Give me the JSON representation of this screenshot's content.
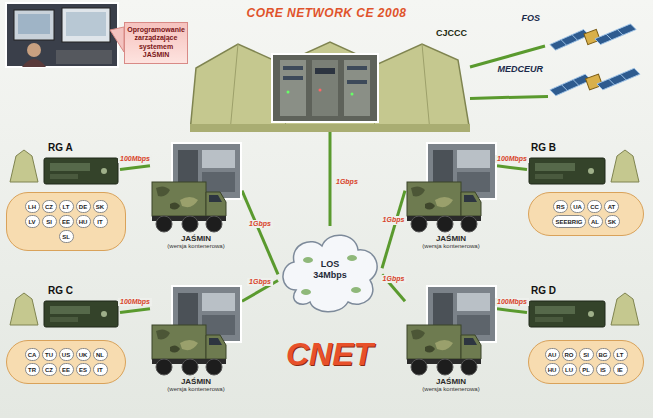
{
  "diagram": {
    "title": "CORE NETWORK CE 2008",
    "nodes": [
      {
        "text": [
          "Oprogramowanie zarządzające systemem JAŚMIN"
        ]
      },
      {
        "text": [
          "CJCCC"
        ]
      },
      {
        "text": [
          "FOS"
        ]
      },
      {
        "text": [
          "MEDCEUR"
        ]
      },
      {
        "text": [
          "RG A"
        ]
      },
      {
        "text": [
          "JAŚMIN",
          "(wersja kontenerowa)"
        ]
      },
      {
        "text": [
          "JAŚMIN",
          "(wersja kontenerowa)"
        ]
      },
      {
        "text": [
          "RG B"
        ]
      },
      {
        "text": [
          "LOS 34Mbps"
        ]
      },
      {
        "text": [
          "RG C"
        ]
      },
      {
        "text": [
          "JAŚMIN",
          "(wersja kontenerowa)"
        ]
      },
      {
        "text": [
          "JAŚMIN",
          "(wersja kontenerowa)"
        ]
      },
      {
        "text": [
          "RG D"
        ]
      }
    ],
    "edges": [
      {
        "from": 1,
        "to": 2,
        "arrow": "none"
      },
      {
        "from": 1,
        "to": 3,
        "arrow": "none"
      },
      {
        "from": 1,
        "to": 8,
        "label": "1Gbps",
        "arrow": "none"
      },
      {
        "from": 4,
        "to": 5,
        "label": "100Mbps",
        "arrow": "none"
      },
      {
        "from": 5,
        "to": 8,
        "label": "1Gbps",
        "arrow": "none"
      },
      {
        "from": 7,
        "to": 6,
        "label": "100Mbps",
        "arrow": "none"
      },
      {
        "from": 6,
        "to": 8,
        "label": "1Gbps",
        "arrow": "none"
      },
      {
        "from": 9,
        "to": 10,
        "label": "100Mbps",
        "arrow": "none"
      },
      {
        "from": 10,
        "to": 8,
        "label": "1Gbps",
        "arrow": "none"
      },
      {
        "from": 12,
        "to": 11,
        "label": "100Mbps",
        "arrow": "none"
      },
      {
        "from": 11,
        "to": 8,
        "label": "1Gbps",
        "arrow": "none"
      }
    ],
    "labels": [
      "CNET",
      "LH",
      "CZ",
      "LT",
      "DE",
      "SK",
      "LV",
      "SI",
      "EE",
      "HU",
      "IT",
      "SL",
      "RS",
      "UA",
      "CC",
      "AT",
      "SEEBRIG",
      "AL",
      "SK",
      "CA",
      "TU",
      "US",
      "UK",
      "NL",
      "TR",
      "CZ",
      "EE",
      "ES",
      "IT",
      "AU",
      "RO",
      "SI",
      "BG",
      "LT",
      "HU",
      "LU",
      "PL",
      "IS",
      "IE"
    ]
  }
}
